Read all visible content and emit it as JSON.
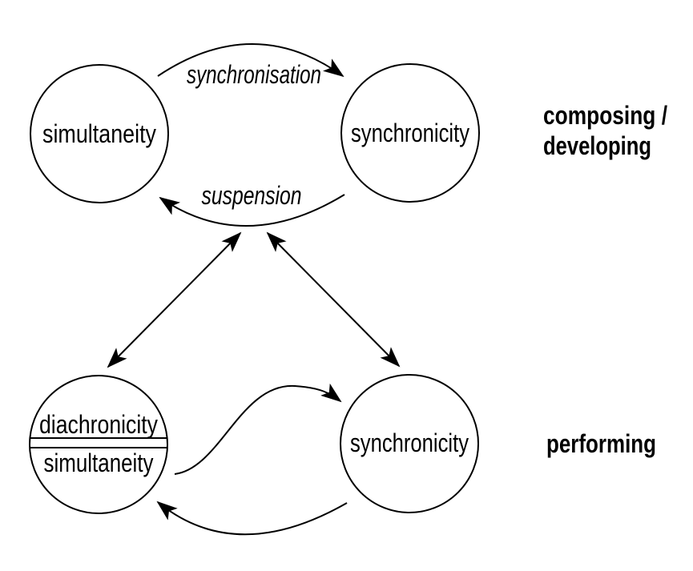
{
  "page": {
    "background": "#ffffff",
    "ink": "#000000"
  },
  "nodes": {
    "top_left": {
      "label": "simultaneity"
    },
    "top_right": {
      "label": "synchronicity"
    },
    "bottom_left": {
      "top_label": "diachronicity",
      "bottom_label": "simultaneity"
    },
    "bottom_right": {
      "label": "synchronicity"
    }
  },
  "edge_labels": {
    "synchronisation": "synchronisation",
    "suspension": "suspension"
  },
  "row_labels": {
    "top_line1": "composing /",
    "top_line2": "developing",
    "bottom": "performing"
  }
}
